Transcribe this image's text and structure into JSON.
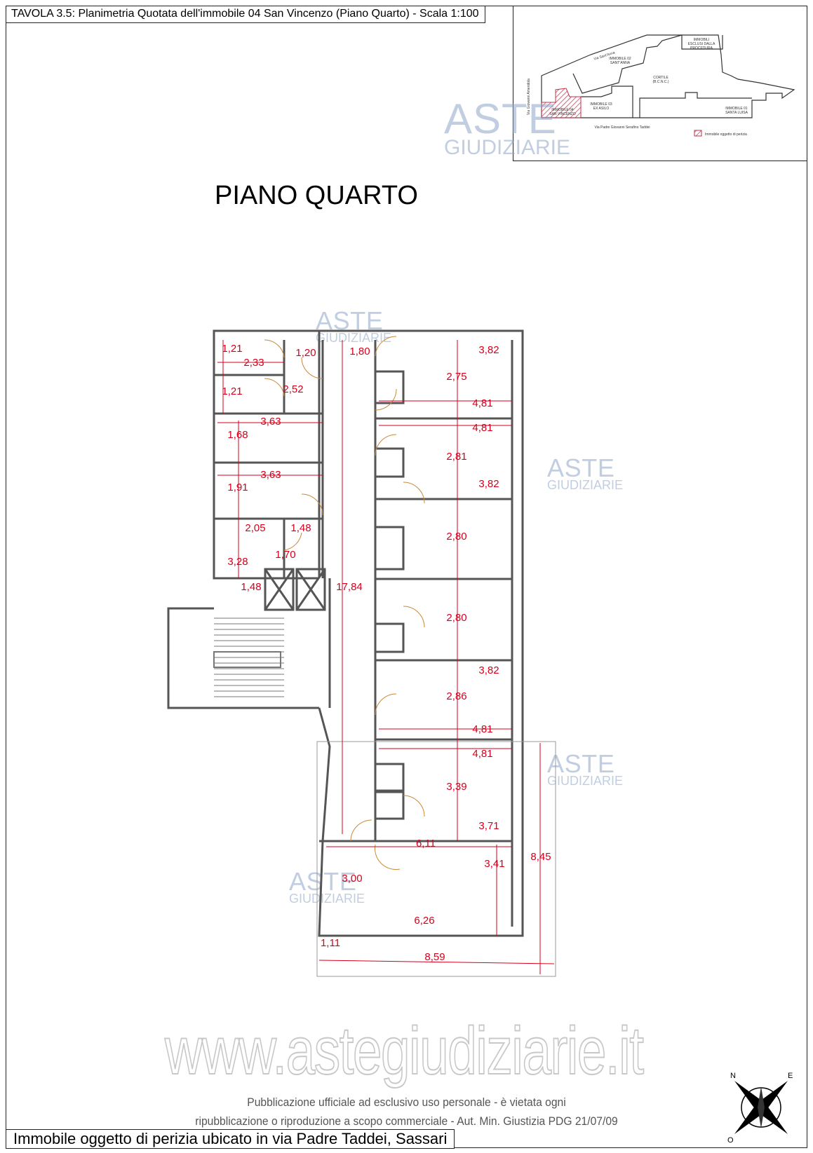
{
  "title": "TAVOLA 3.5: Planimetria Quotata dell'immobile 04 San Vincenzo (Piano Quarto) - Scala 1:100",
  "heading": "PIANO QUARTO",
  "keymap": {
    "streets": [
      "Via Sant'Anna",
      "Via Giovanni Amendola",
      "Via Padre Giovanni Serafino Taddei"
    ],
    "blocks": [
      {
        "line1": "IMMOBILI",
        "line2": "ESCLUSI DALLA",
        "line3": "PROCEDURA"
      },
      {
        "line1": "IMMOBILE 02",
        "line2": "SANT'ANNA"
      },
      {
        "line1": "CORTILE",
        "line2": "(B.C.N.C.)"
      },
      {
        "line1": "IMMOBILE 04",
        "line2": "SAN VINCENZO"
      },
      {
        "line1": "IMMOBILE 03",
        "line2": "EX ASILO"
      },
      {
        "line1": "IMMOBILE 01",
        "line2": "SANTA LUISA"
      }
    ],
    "legend": "Immobile oggetto di perizia",
    "highlight_color": "#c0304a"
  },
  "watermark": {
    "line1": "ASTE",
    "line2": "GIUDIZIARIE",
    "url": "www.astegiudiziarie.it"
  },
  "dimension_color": "#d6001c",
  "dimensions": [
    "1,21",
    "2,33",
    "1,20",
    "1,80",
    "3,82",
    "2,75",
    "1,21",
    "2,52",
    "4,81",
    "3,63",
    "4,81",
    "1,68",
    "2,81",
    "3,63",
    "3,82",
    "1,91",
    "2,05",
    "1,48",
    "2,80",
    "1,70",
    "3,28",
    "1,48",
    "17,84",
    "2,80",
    "3,82",
    "2,86",
    "4,81",
    "4,81",
    "3,39",
    "3,71",
    "6,11",
    "3,41",
    "8,45",
    "3,00",
    "6,26",
    "1,11",
    "8,59"
  ],
  "compass": {
    "n": "N",
    "o": "O",
    "e": "E",
    "icon": "compass-rose-icon"
  },
  "notice": {
    "line1": "Pubblicazione ufficiale ad esclusivo uso personale - è vietata ogni",
    "line2": "ripubblicazione o riproduzione a scopo commerciale - Aut. Min. Giustizia PDG 21/07/09"
  },
  "footer": "Immobile oggetto di perizia ubicato in via Padre Taddei, Sassari"
}
